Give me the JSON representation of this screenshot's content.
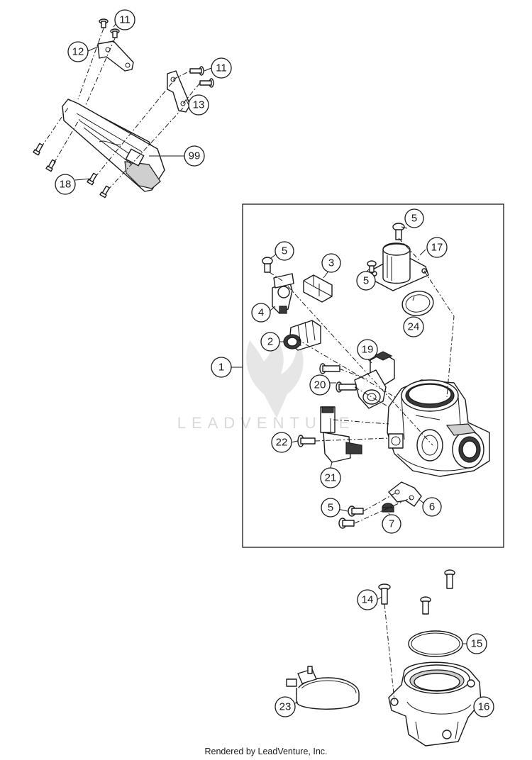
{
  "diagram": {
    "callouts": [
      {
        "id": "c11a",
        "label": "11"
      },
      {
        "id": "c12",
        "label": "12"
      },
      {
        "id": "c11b",
        "label": "11"
      },
      {
        "id": "c13",
        "label": "13"
      },
      {
        "id": "c99",
        "label": "99"
      },
      {
        "id": "c18",
        "label": "18"
      },
      {
        "id": "c5a",
        "label": "5"
      },
      {
        "id": "c17",
        "label": "17"
      },
      {
        "id": "c5b",
        "label": "5"
      },
      {
        "id": "c3",
        "label": "3"
      },
      {
        "id": "c5c",
        "label": "5"
      },
      {
        "id": "c4",
        "label": "4"
      },
      {
        "id": "c24",
        "label": "24"
      },
      {
        "id": "c2",
        "label": "2"
      },
      {
        "id": "c19",
        "label": "19"
      },
      {
        "id": "c1",
        "label": "1"
      },
      {
        "id": "c20",
        "label": "20"
      },
      {
        "id": "c22",
        "label": "22"
      },
      {
        "id": "c21",
        "label": "21"
      },
      {
        "id": "c6",
        "label": "6"
      },
      {
        "id": "c5d",
        "label": "5"
      },
      {
        "id": "c7",
        "label": "7"
      },
      {
        "id": "c14",
        "label": "14"
      },
      {
        "id": "c15",
        "label": "15"
      },
      {
        "id": "c23",
        "label": "23"
      },
      {
        "id": "c16",
        "label": "16"
      }
    ]
  },
  "watermark": {
    "text": "LEADVENTURE"
  },
  "footer": {
    "credit": "Rendered by LeadVenture, Inc."
  }
}
